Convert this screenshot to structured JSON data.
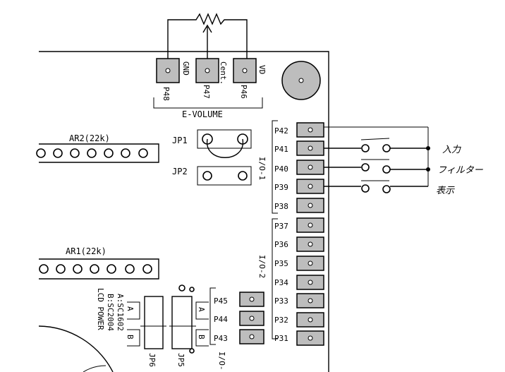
{
  "volume": {
    "pins": [
      {
        "name": "GND",
        "port": "P48"
      },
      {
        "name": "Cent.",
        "port": "P47"
      },
      {
        "name": "VD",
        "port": "P46"
      }
    ],
    "group_label": "E-VOLUME"
  },
  "jumpers": {
    "jp1": "JP1",
    "jp2": "JP2",
    "jp_bottom_a": "JP6",
    "jp_bottom_b": "JP5"
  },
  "resistor_arrays": {
    "ar2": "AR2(22k)",
    "ar1": "AR1(22k)"
  },
  "io1": {
    "label": "I/O-1",
    "ports": [
      "P42",
      "P41",
      "P40",
      "P39",
      "P38"
    ]
  },
  "io2": {
    "label": "I/O-2",
    "ports": [
      "P37",
      "P36",
      "P35",
      "P34",
      "P33",
      "P32",
      "P31"
    ]
  },
  "io3": {
    "label": "I/O-",
    "ports": [
      "P45",
      "P44",
      "P43"
    ]
  },
  "annotations": {
    "input": "入力",
    "filter": "フィルター",
    "display": "表示"
  },
  "lcd": {
    "line1": "A:SC1602",
    "line2": "B:SC2004",
    "line3": "LCD POWER"
  },
  "jumper_ab": {
    "a": "A",
    "b": "B"
  }
}
